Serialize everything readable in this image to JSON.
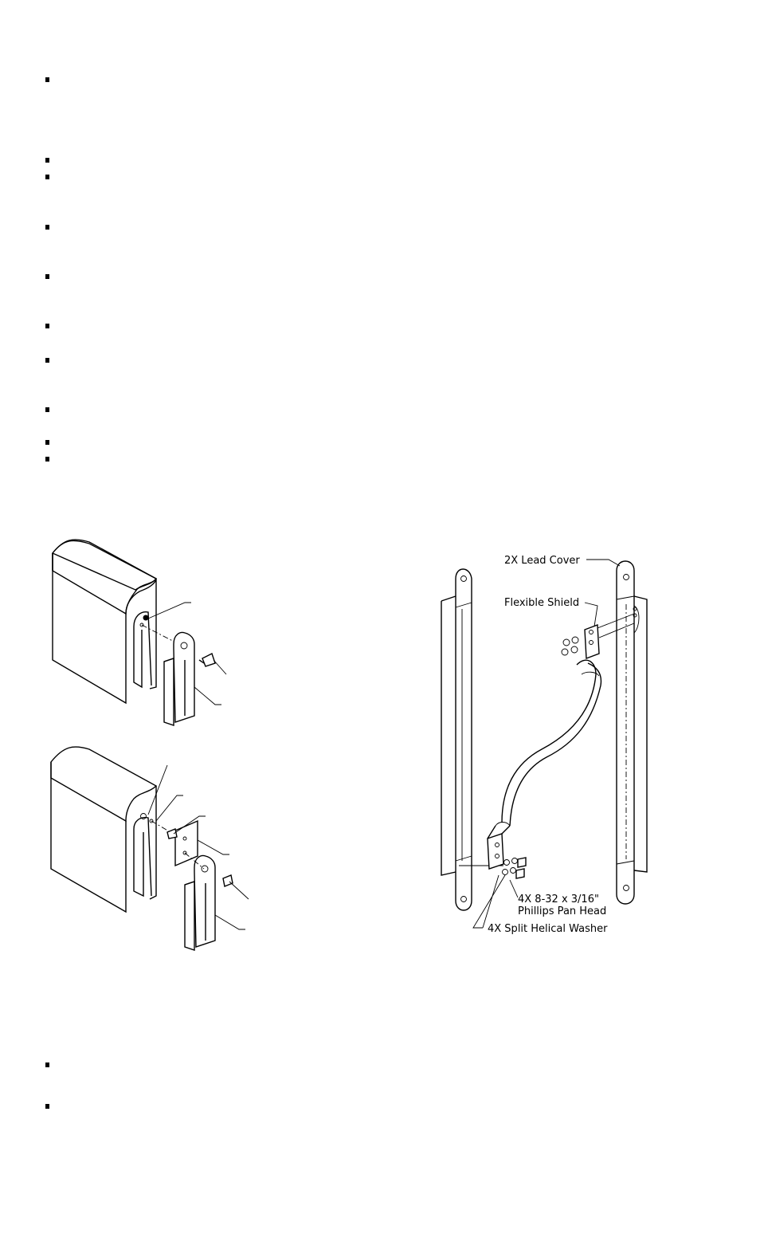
{
  "labels": {
    "lead_cover": "2X Lead Cover",
    "flexible_shield": "Flexible Shield",
    "screw_line1": "4X 8-32 x 3/16\"",
    "screw_line2": "Phillips Pan Head",
    "washer": "4X Split Helical Washer"
  },
  "icons": {
    "bullet": "square-bullet"
  }
}
